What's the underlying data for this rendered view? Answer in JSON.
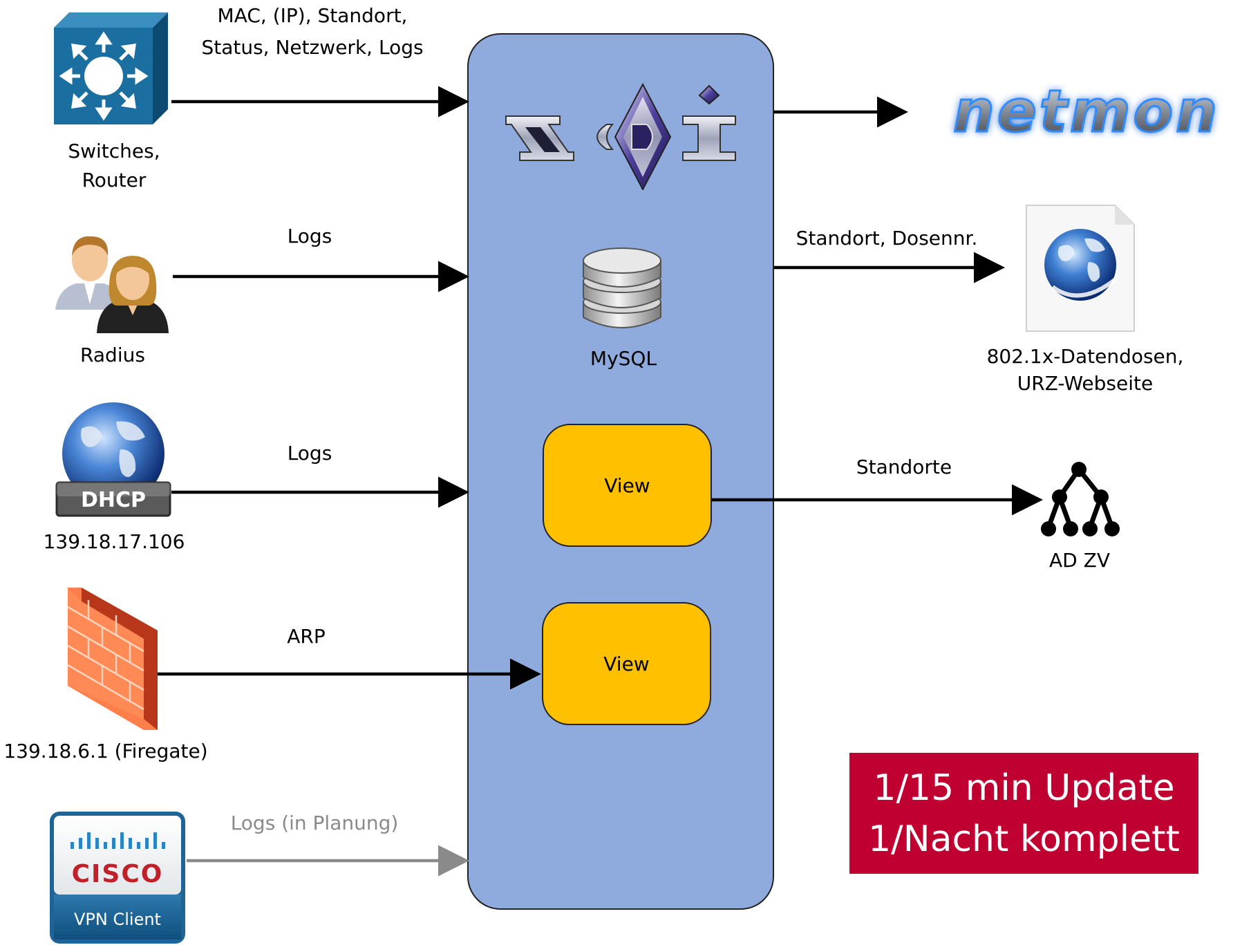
{
  "sources": {
    "switches": {
      "label_line1": "Switches,",
      "label_line2": "Router",
      "flow_line1": "MAC, (IP), Standort,",
      "flow_line2": "Status, Netzwerk, Logs"
    },
    "radius": {
      "label": "Radius",
      "flow": "Logs"
    },
    "dhcp": {
      "label": "139.18.17.106",
      "flow": "Logs",
      "badge": "DHCP"
    },
    "firewall": {
      "label": "139.18.6.1 (Firegate)",
      "flow": "ARP"
    },
    "vpn": {
      "flow": "Logs (in Planung)",
      "brand": "CISCO",
      "caption": "VPN Client"
    }
  },
  "hub": {
    "db_label": "MySQL",
    "view1": "View",
    "view2": "View"
  },
  "targets": {
    "netmon": {
      "logo_text": "netmon"
    },
    "web": {
      "flow": "Standort, Dosennr.",
      "label_line1": "802.1x-Datendosen,",
      "label_line2": "URZ-Webseite"
    },
    "ad": {
      "flow": "Standorte",
      "label": "AD ZV"
    }
  },
  "update": {
    "line1": "1/15 min Update",
    "line2": "1/Nacht komplett"
  },
  "colors": {
    "hub": "#8faadc",
    "view": "#ffc000",
    "update": "#c00030",
    "planned_arrow": "#8a8a8a"
  }
}
